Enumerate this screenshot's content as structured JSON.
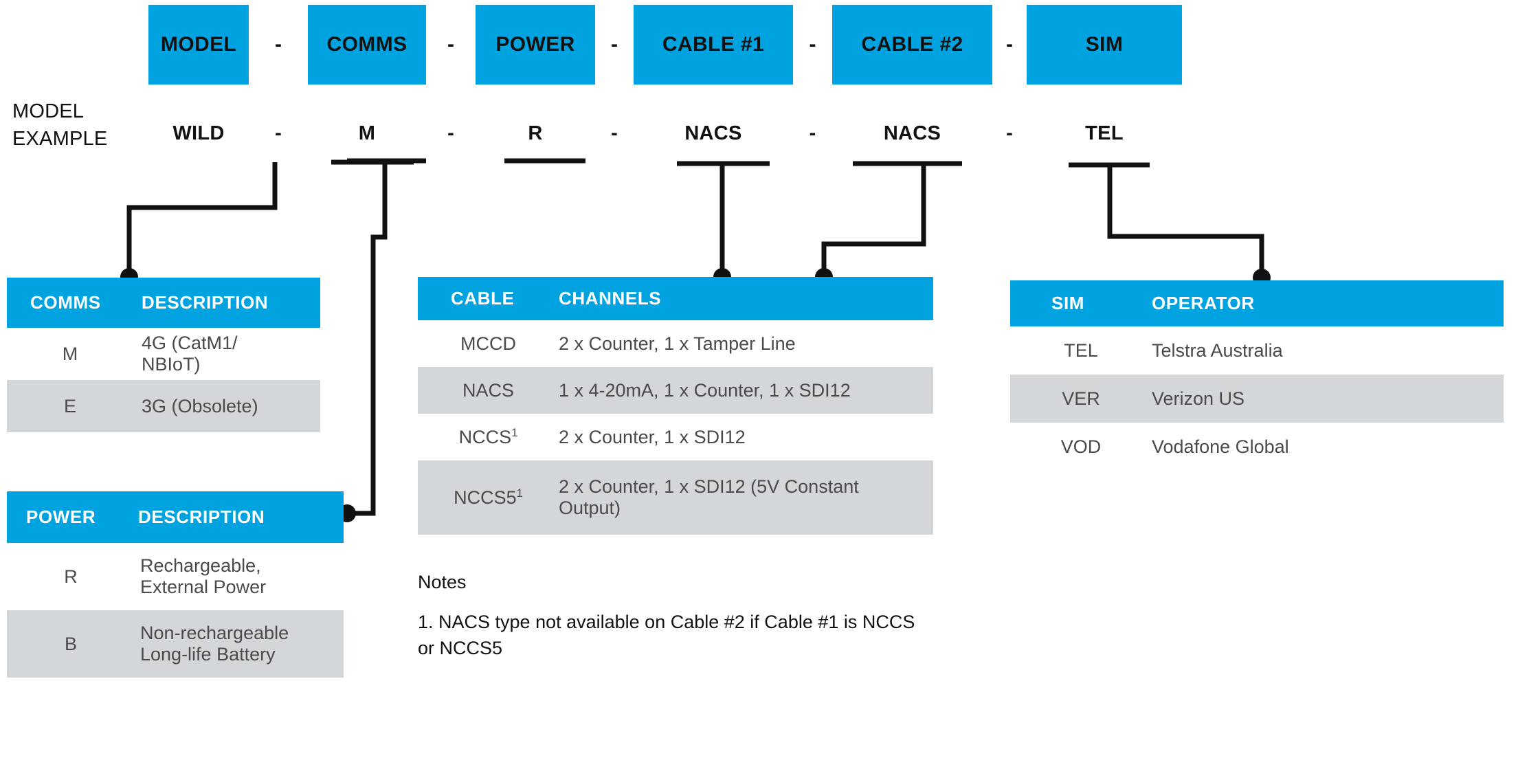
{
  "colors": {
    "accent": "#00a3e0",
    "row_alt": "#d4d7da",
    "body_text": "#4a4a4a",
    "wire": "#111111"
  },
  "part_code": {
    "separator": "-",
    "segments": [
      {
        "label": "MODEL",
        "example": "WILD"
      },
      {
        "label": "COMMS",
        "example": "M"
      },
      {
        "label": "POWER",
        "example": "R"
      },
      {
        "label": "CABLE #1",
        "example": "NACS"
      },
      {
        "label": "CABLE #2",
        "example": "NACS"
      },
      {
        "label": "SIM",
        "example": "TEL"
      }
    ],
    "example_label_line1": "MODEL",
    "example_label_line2": "EXAMPLE"
  },
  "tables": {
    "comms": {
      "headers": [
        "COMMS",
        "DESCRIPTION"
      ],
      "rows": [
        {
          "code": "M",
          "description": "4G (CatM1/\nNBIoT)"
        },
        {
          "code": "E",
          "description": "3G (Obsolete)"
        }
      ]
    },
    "power": {
      "headers": [
        "POWER",
        "DESCRIPTION"
      ],
      "rows": [
        {
          "code": "R",
          "description": "Rechargeable,\nExternal Power"
        },
        {
          "code": "B",
          "description": "Non-rechargeable\nLong-life Battery"
        }
      ]
    },
    "cable": {
      "headers": [
        "CABLE",
        "CHANNELS"
      ],
      "rows": [
        {
          "code": "MCCD",
          "footnote": "",
          "channels": "2 x Counter, 1 x Tamper Line"
        },
        {
          "code": "NACS",
          "footnote": "",
          "channels": "1 x 4-20mA, 1 x Counter, 1 x SDI12"
        },
        {
          "code": "NCCS",
          "footnote": "1",
          "channels": "2 x Counter, 1 x SDI12"
        },
        {
          "code": "NCCS5",
          "footnote": "1",
          "channels": "2 x Counter, 1 x SDI12 (5V Constant Output)"
        }
      ]
    },
    "sim": {
      "headers": [
        "SIM",
        "OPERATOR"
      ],
      "rows": [
        {
          "code": "TEL",
          "operator": "Telstra Australia"
        },
        {
          "code": "VER",
          "operator": "Verizon US"
        },
        {
          "code": "VOD",
          "operator": "Vodafone Global"
        }
      ]
    }
  },
  "notes": {
    "title": "Notes",
    "items": [
      "1.  NACS type not available on Cable #2 if Cable #1 is NCCS or NCCS5"
    ]
  }
}
